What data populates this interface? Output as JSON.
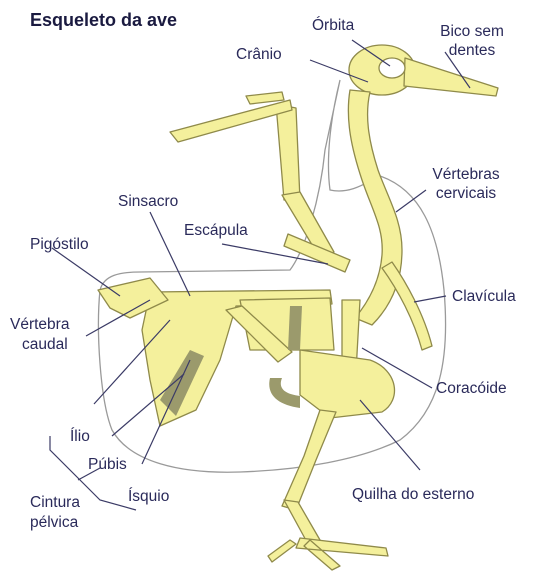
{
  "title": "Esqueleto da ave",
  "labels": {
    "orbita": "Órbita",
    "bico_1": "Bico sem",
    "bico_2": "dentes",
    "cranio": "Crânio",
    "vert_cerv_1": "Vértebras",
    "vert_cerv_2": "cervicais",
    "sinsacro": "Sinsacro",
    "escapula": "Escápula",
    "pigostilo": "Pigóstilo",
    "clavicula": "Clavícula",
    "vert_caudal_1": "Vértebra",
    "vert_caudal_2": "caudal",
    "coracoide": "Coracóide",
    "ilio": "Ílio",
    "pubis": "Púbis",
    "isquio": "Ísquio",
    "quilha": "Quilha do esterno",
    "cintura_1": "Cintura",
    "cintura_2": "pélvica"
  },
  "colors": {
    "bone": "#f4f09c",
    "bone_outline": "#8f8a4a",
    "shadow": "#9b9a6c",
    "body_outline": "#9a9a9a",
    "pointer": "#3b3b66"
  }
}
